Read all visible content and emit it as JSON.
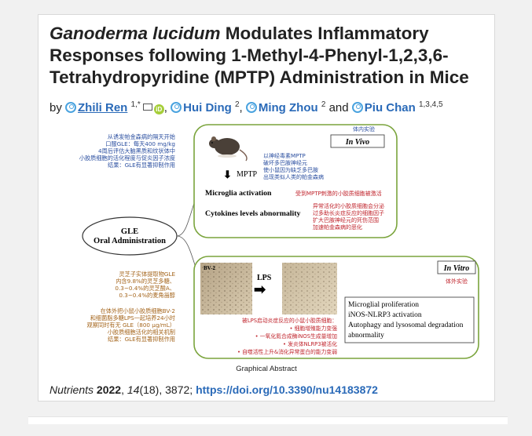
{
  "title": {
    "italic": "Ganoderma lucidum",
    "rest": " Modulates Inflammatory Responses following 1-Methyl-4-Phenyl-1,2,3,6-Tetrahydropyridine (MPTP) Administration in Mice"
  },
  "authors": {
    "prefix": "by",
    "list": [
      {
        "name": "Zhili Ren",
        "sup": "1,*"
      },
      {
        "name": "Hui Ding",
        "sup": "2"
      },
      {
        "name": "Ming Zhou",
        "sup": "2"
      },
      {
        "name": "Piu Chan",
        "sup": "1,3,4,5"
      }
    ],
    "and": "and"
  },
  "graphical_abstract": {
    "caption": "Graphical Abstract",
    "left_top_note": [
      "从诱发帕金森病的隔天开始",
      "口服GLE：每天400 mg/kg",
      "4周后评估大脑黑质和纹状体中",
      "小胶质细胞的活化程度与促炎因子浓度",
      "结果：GLE有显著抑制作用"
    ],
    "center_label": [
      "GLE",
      "Oral Administration"
    ],
    "left_mid_note": [
      "灵芝子实体提取物GLE",
      "内含9.8%的灵芝多糖、",
      "0.3~0.4%的灵芝酸A、",
      "0.3~0.4%的麦角甾醇"
    ],
    "left_bottom_note": [
      "在体外把小鼠小胶质细胞BV-2",
      "和细菌脂多糖LPS一起培养24小时",
      "观察同时有无 GLE（800 μg/mL）",
      "小胶质细胞活化的相关机制",
      "结果：GLE有显著抑制作用"
    ],
    "in_vivo": {
      "tag_zh": "体内实验",
      "tag": "In Vivo",
      "mptp": "MPTP",
      "mptp_note": [
        "以神经毒素MPTP",
        "破坏多巴胺神经元",
        "使小鼠因为缺乏多巴胺",
        "出现类似人类的帕金森病"
      ],
      "microglia": "Microglia activation",
      "microglia_note": "受到MPTP刺激的小胶质细胞被激活",
      "cytokines": "Cytokines levels abnormality",
      "cytokines_note": [
        "异常活化的小胶质细胞会分泌",
        "过多助长炎症反应的细胞因子",
        "扩大巴胺神经元的死伤范围",
        "加速帕金森病的恶化"
      ]
    },
    "in_vitro": {
      "tag": "In Vitro",
      "tag_zh": "体外实验",
      "cell_label": "BV-2",
      "lps": "LPS",
      "outcomes": [
        "Microglial proliferation",
        "iNOS-NLRP3 activation",
        "Autophagy and lysosomal degradation",
        "abnormality"
      ],
      "bottom_note": [
        "被LPS启动炎症反应的小鼠小胶质细胞：",
        "• 细胞增殖能力变强",
        "• 一氧化氮合成酶iNOS生成量增加",
        "• 发炎体NLRP3被活化",
        "• 自噬活性上升&消化异常蛋白的能力变弱"
      ]
    }
  },
  "citation": {
    "journal": "Nutrients",
    "year": "2022",
    "volume": "14",
    "issue": "(18)",
    "page": "3872;",
    "doi": "https://doi.org/10.3390/nu14183872"
  },
  "colors": {
    "link": "#2a6ab8",
    "green_frame": "#7aa43c",
    "blue_note": "#2b4fa0",
    "red_note": "#c0242c",
    "orange_note": "#a5661d"
  }
}
